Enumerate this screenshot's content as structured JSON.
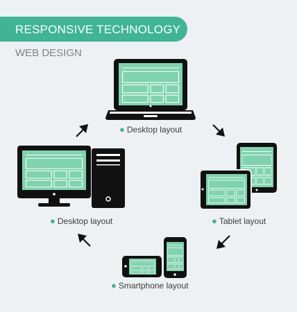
{
  "header": {
    "title": "RESPONSIVE TECHNOLOGY",
    "subtitle": "WEB DESIGN"
  },
  "labels": {
    "desktop_top": "Desktop layout",
    "tablet": "Tablet layout",
    "smartphone": "Smartphone layout",
    "desktop_left": "Desktop layout"
  },
  "colors": {
    "accent": "#3fb594",
    "screen": "#7fd3ae",
    "device": "#111111",
    "text": "#3b3b3b",
    "background": "#eef1f3"
  },
  "icons": [
    "laptop-icon",
    "tablet-icon",
    "smartphone-icon",
    "desktop-computer-icon",
    "arrow-icon"
  ]
}
